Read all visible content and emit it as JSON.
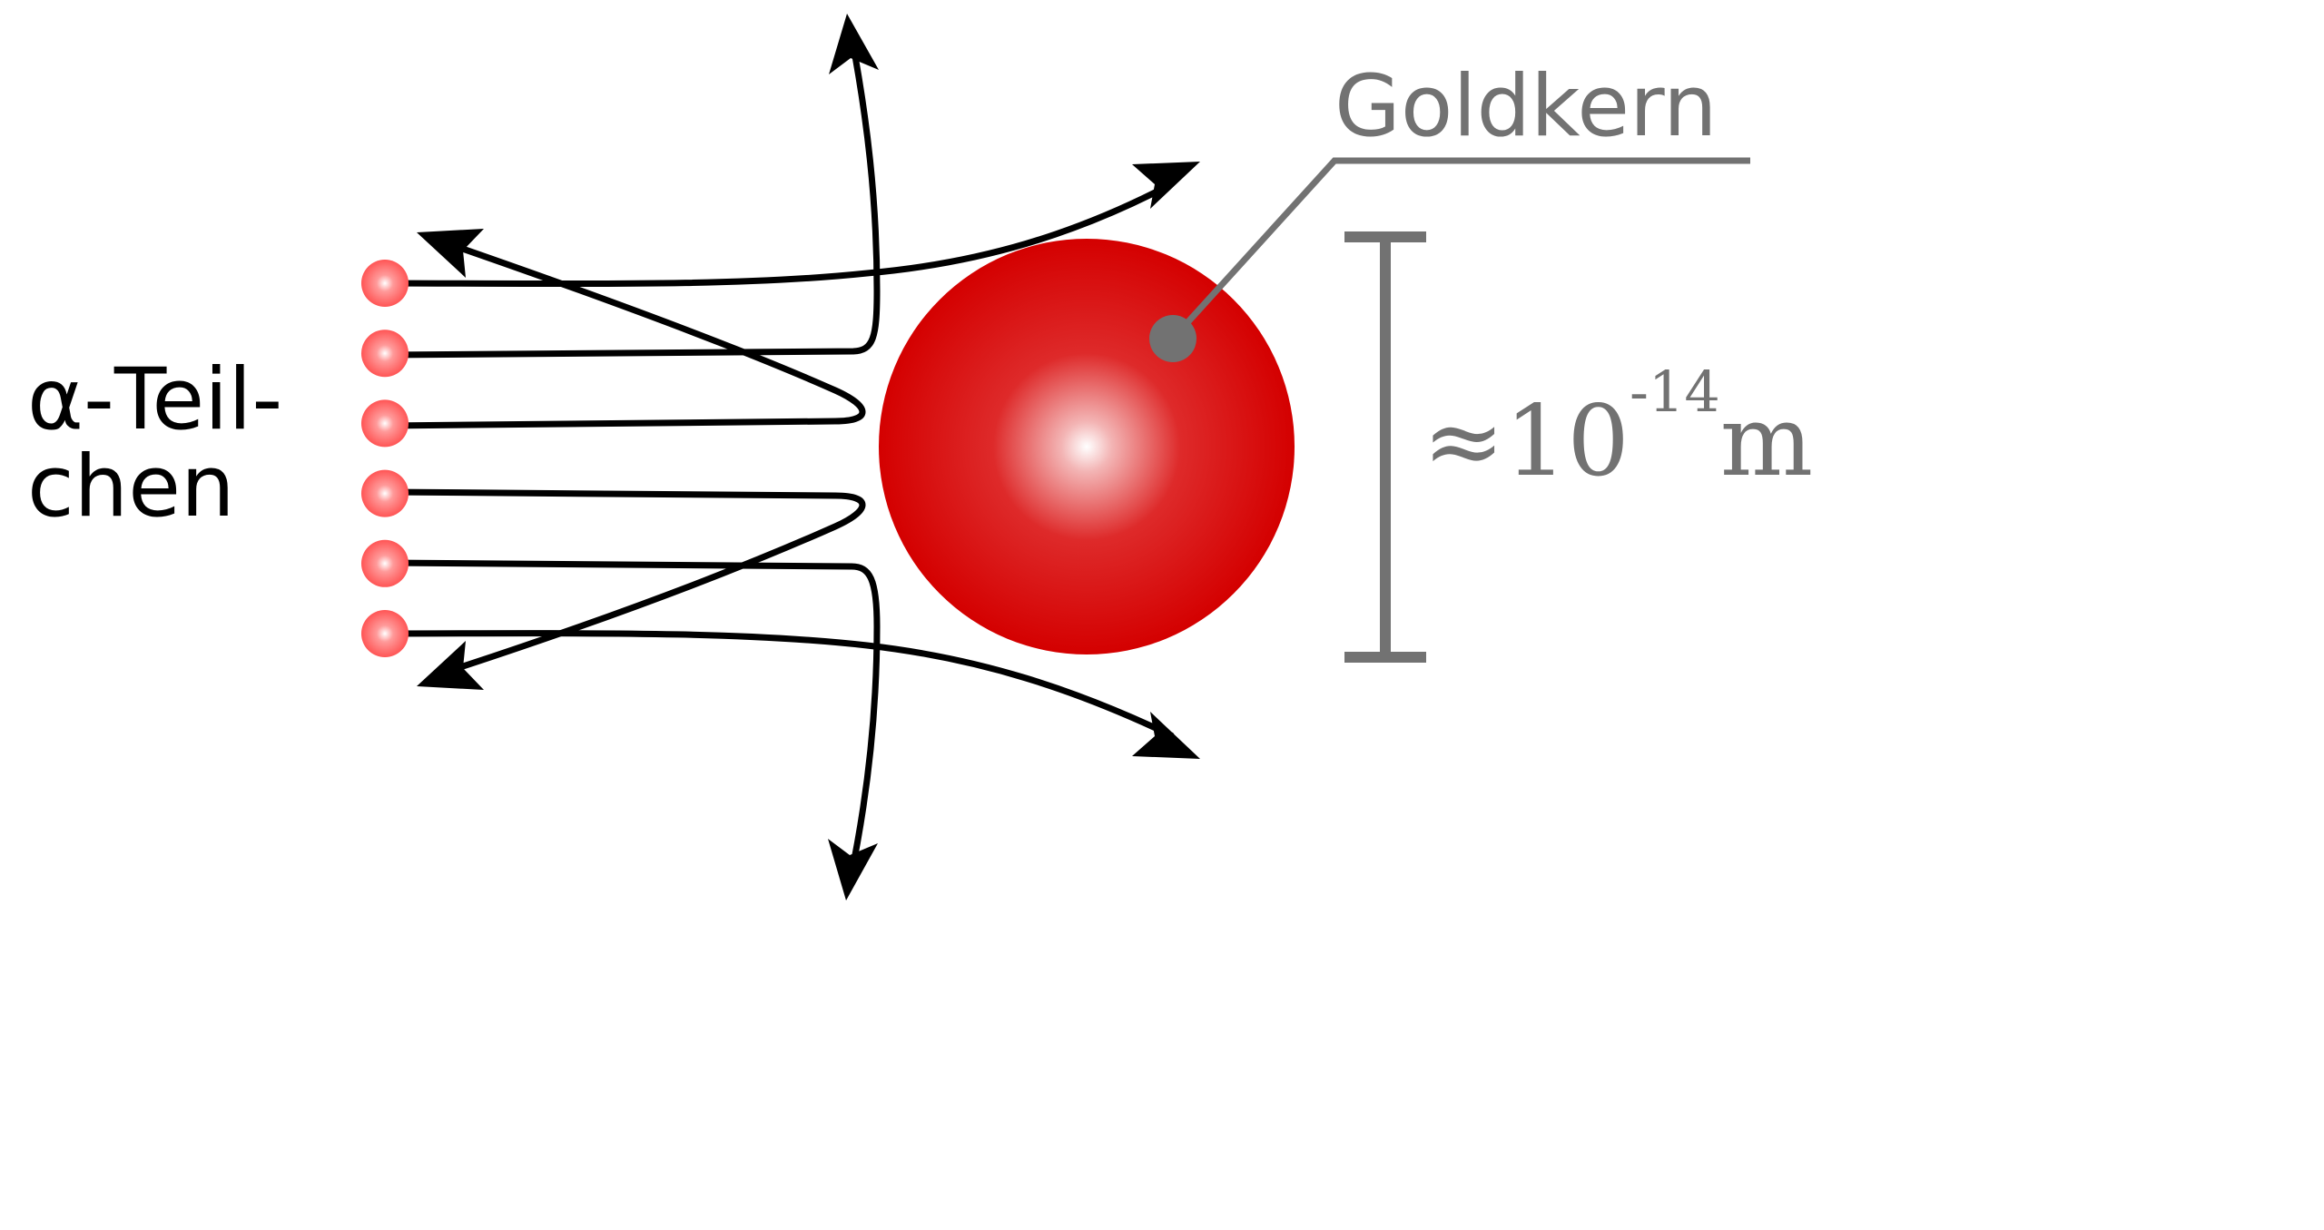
{
  "labels": {
    "particles_line1": "α-Teil-",
    "particles_line2": "chen",
    "nucleus": "Goldkern",
    "scale_approx": "≈",
    "scale_base": "10",
    "scale_exponent": "-14",
    "scale_unit": "m"
  },
  "colors": {
    "trajectory": "#000000",
    "annotation": "#727272",
    "nucleus": "#d40000",
    "particle": "#ff5555"
  },
  "particles": {
    "count": 6
  }
}
